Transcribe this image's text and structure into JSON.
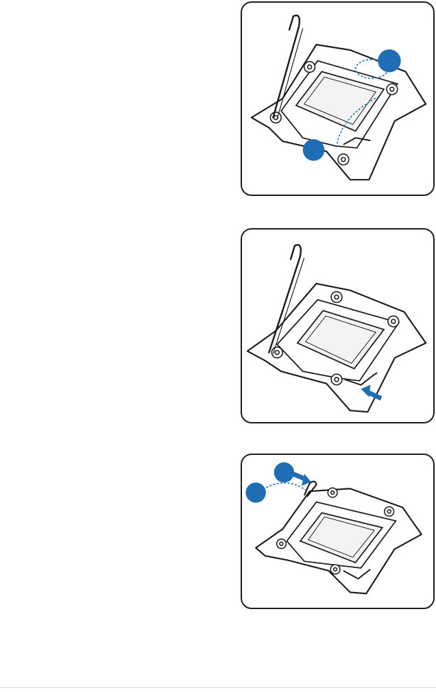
{
  "figures": [
    {
      "id": "step-unlock-load-plate",
      "callouts": [
        {
          "label": ""
        },
        {
          "label": ""
        }
      ],
      "socket_state": "lever-raised-load-plate-unlatched"
    },
    {
      "id": "step-press-right-lever",
      "socket_state": "lever-raised-push-right-lever",
      "arrow_icon": "arrow-left-icon"
    },
    {
      "id": "step-lift-left-lever",
      "callouts": [
        {
          "label": ""
        },
        {
          "label": ""
        }
      ],
      "socket_state": "left-lever-lifted-to-open"
    }
  ],
  "colors": {
    "callout": "#1f6db5",
    "line_art": "#1c1c1c",
    "dotted_guide": "#1f6db5",
    "frame_border": "#1c1c1c"
  }
}
